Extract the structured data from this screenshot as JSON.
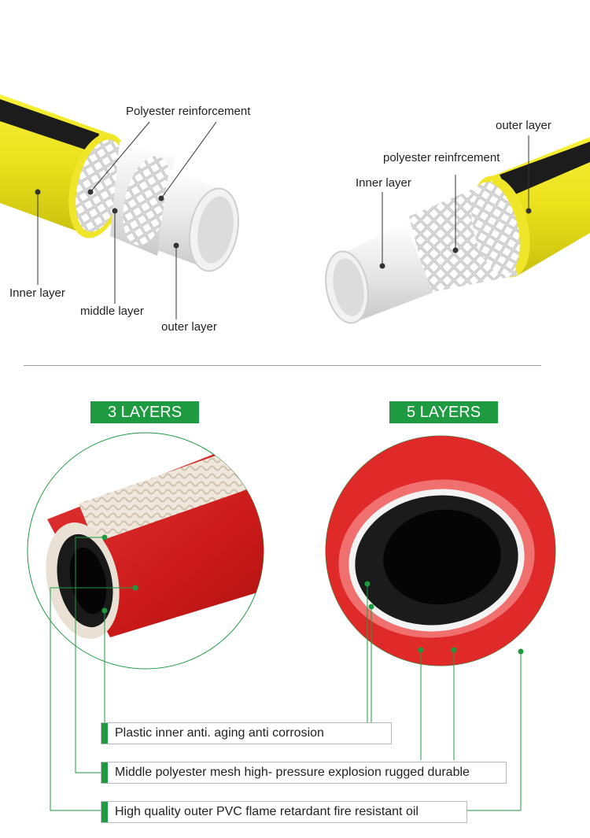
{
  "top_left_diagram": {
    "labels": {
      "polyester": "Polyester reinforcement",
      "inner": "Inner layer",
      "middle": "middle layer",
      "outer": "outer layer"
    }
  },
  "top_right_diagram": {
    "labels": {
      "outer": "outer layer",
      "polyester": "polyester reinfrcement",
      "inner": "Inner layer"
    }
  },
  "comparison": {
    "left_badge": "3 LAYERS",
    "right_badge": "5 LAYERS"
  },
  "captions": {
    "inner": "Plastic inner anti. aging anti corrosion",
    "middle": "Middle polyester mesh high- pressure explosion rugged durable",
    "outer": "High quality outer PVC flame retardant fire resistant oil"
  },
  "colors": {
    "accent_green": "#1e9a41",
    "hose_yellow": "#f2ea1c",
    "hose_red": "#d21d1d",
    "hose_white": "#e4e4e4"
  }
}
